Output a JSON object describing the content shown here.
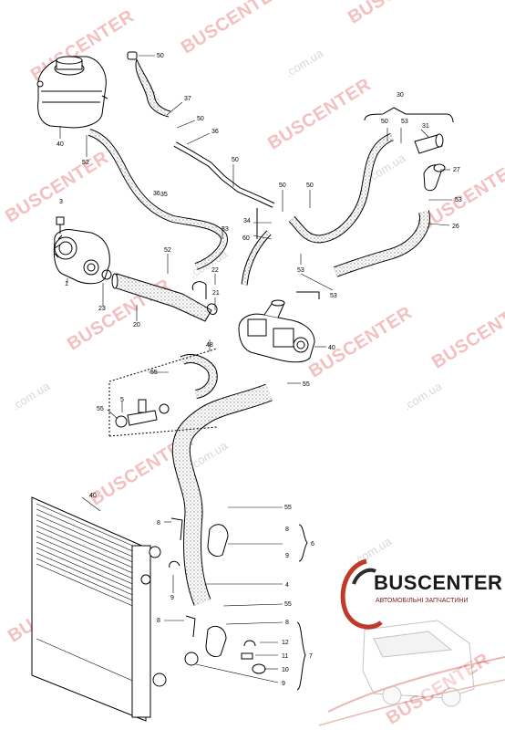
{
  "watermark": {
    "brand": "BUSCENTER",
    "url": ".com.ua"
  },
  "logo": {
    "name": "BUSCENTER",
    "subtitle": "АВТОМОБІЛЬНІ ЗАПЧАСТИНИ"
  },
  "callouts": [
    {
      "id": "c-50-top",
      "text": "50"
    },
    {
      "id": "c-37",
      "text": "37"
    },
    {
      "id": "c-50-a",
      "text": "50"
    },
    {
      "id": "c-36-a",
      "text": "36"
    },
    {
      "id": "c-40-top",
      "text": "40"
    },
    {
      "id": "c-52-a",
      "text": "52"
    },
    {
      "id": "c-50-b",
      "text": "50"
    },
    {
      "id": "c-36-b",
      "text": "36"
    },
    {
      "id": "c-30",
      "text": "30"
    },
    {
      "id": "c-50-c",
      "text": "50"
    },
    {
      "id": "c-53-a",
      "text": "53"
    },
    {
      "id": "c-31",
      "text": "31"
    },
    {
      "id": "c-27",
      "text": "27"
    },
    {
      "id": "c-53-b",
      "text": "53"
    },
    {
      "id": "c-26",
      "text": "26"
    },
    {
      "id": "c-3",
      "text": "3"
    },
    {
      "id": "c-50-d",
      "text": "50"
    },
    {
      "id": "c-50-e",
      "text": "50"
    },
    {
      "id": "c-34",
      "text": "34"
    },
    {
      "id": "c-35",
      "text": "35"
    },
    {
      "id": "c-33",
      "text": "33"
    },
    {
      "id": "c-60",
      "text": "60"
    },
    {
      "id": "c-52-b",
      "text": "52"
    },
    {
      "id": "c-53-c",
      "text": "53"
    },
    {
      "id": "c-22",
      "text": "22"
    },
    {
      "id": "c-53-d",
      "text": "53"
    },
    {
      "id": "c-1",
      "text": "1"
    },
    {
      "id": "c-23",
      "text": "23"
    },
    {
      "id": "c-21",
      "text": "21"
    },
    {
      "id": "c-20",
      "text": "20"
    },
    {
      "id": "c-40-mid",
      "text": "40"
    },
    {
      "id": "c-48",
      "text": "48"
    },
    {
      "id": "c-55-a",
      "text": "55"
    },
    {
      "id": "c-55-b",
      "text": "55"
    },
    {
      "id": "c-5",
      "text": "5"
    },
    {
      "id": "c-55-c",
      "text": "55"
    },
    {
      "id": "c-40-rad",
      "text": "40"
    },
    {
      "id": "c-55-d",
      "text": "55"
    },
    {
      "id": "c-8-a",
      "text": "8"
    },
    {
      "id": "c-8-b",
      "text": "8"
    },
    {
      "id": "c-6",
      "text": "6"
    },
    {
      "id": "c-9-a",
      "text": "9"
    },
    {
      "id": "c-9-b",
      "text": "9"
    },
    {
      "id": "c-4",
      "text": "4"
    },
    {
      "id": "c-55-e",
      "text": "55"
    },
    {
      "id": "c-8-c",
      "text": "8"
    },
    {
      "id": "c-8-d",
      "text": "8"
    },
    {
      "id": "c-12",
      "text": "12"
    },
    {
      "id": "c-7",
      "text": "7"
    },
    {
      "id": "c-11",
      "text": "11"
    },
    {
      "id": "c-10",
      "text": "10"
    },
    {
      "id": "c-9-c",
      "text": "9"
    }
  ]
}
